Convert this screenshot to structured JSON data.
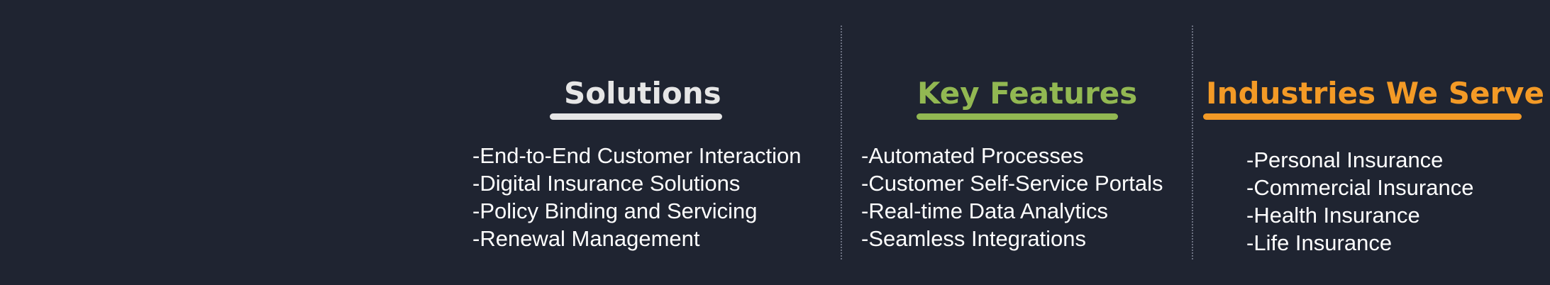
{
  "colors": {
    "background": "#1f2431",
    "solutions": "#e6e6e6",
    "key_features": "#92b852",
    "industries": "#f39a26"
  },
  "solutions": {
    "title": "Solutions",
    "items": [
      "-End-to-End Customer Interaction",
      "-Digital Insurance Solutions",
      "-Policy Binding and Servicing",
      "-Renewal Management"
    ]
  },
  "key_features": {
    "title": "Key Features",
    "items": [
      "-Automated Processes",
      "-Customer Self-Service Portals",
      "-Real-time Data Analytics",
      "-Seamless Integrations"
    ]
  },
  "industries": {
    "title": "Industries We Serve",
    "items": [
      "-Personal Insurance",
      "-Commercial Insurance",
      "-Health Insurance",
      "-Life Insurance"
    ]
  }
}
